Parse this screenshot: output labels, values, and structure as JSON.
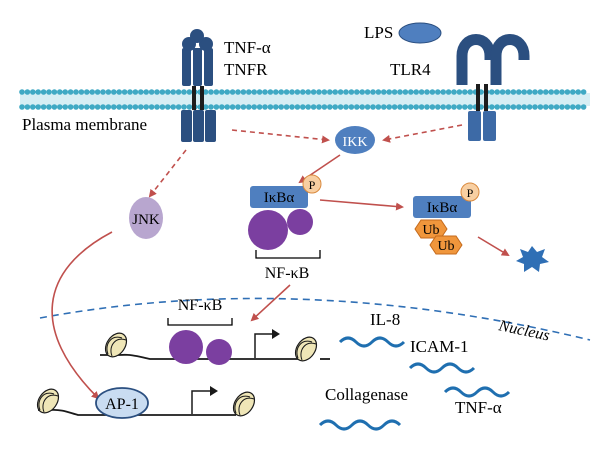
{
  "labels": {
    "tnf_alpha": "TNF-α",
    "tnfr": "TNFR",
    "lps": "LPS",
    "tlr4": "TLR4",
    "plasma_membrane": "Plasma membrane",
    "ikk": "IKK",
    "jnk": "JNK",
    "phospho": "P",
    "ikba": "IκBα",
    "nfkb": "NF-κB",
    "ub": "Ub",
    "nucleus": "Nucleus",
    "ap1": "AP-1",
    "il8": "IL-8",
    "icam1": "ICAM-1",
    "collagenase": "Collagenase",
    "tnf_alpha_gene": "TNF-α"
  },
  "colors": {
    "membrane_head": "#3fa9c4",
    "membrane_tail": "#b9dfe9",
    "receptor": "#2b4f80",
    "receptor_light": "#3d6aa6",
    "ikk_fill": "#4f7fbf",
    "ikba_fill": "#4f7fbf",
    "nfkb_fill": "#7b3fa0",
    "jnk_fill": "#b8a6cf",
    "ub_fill": "#f0963c",
    "p_fill": "#f8cfa2",
    "arrow": "#c0504d",
    "nucleus_line": "#2f6fb5",
    "mrna": "#1f6fb0",
    "ap1_fill": "#c9dcf1"
  }
}
